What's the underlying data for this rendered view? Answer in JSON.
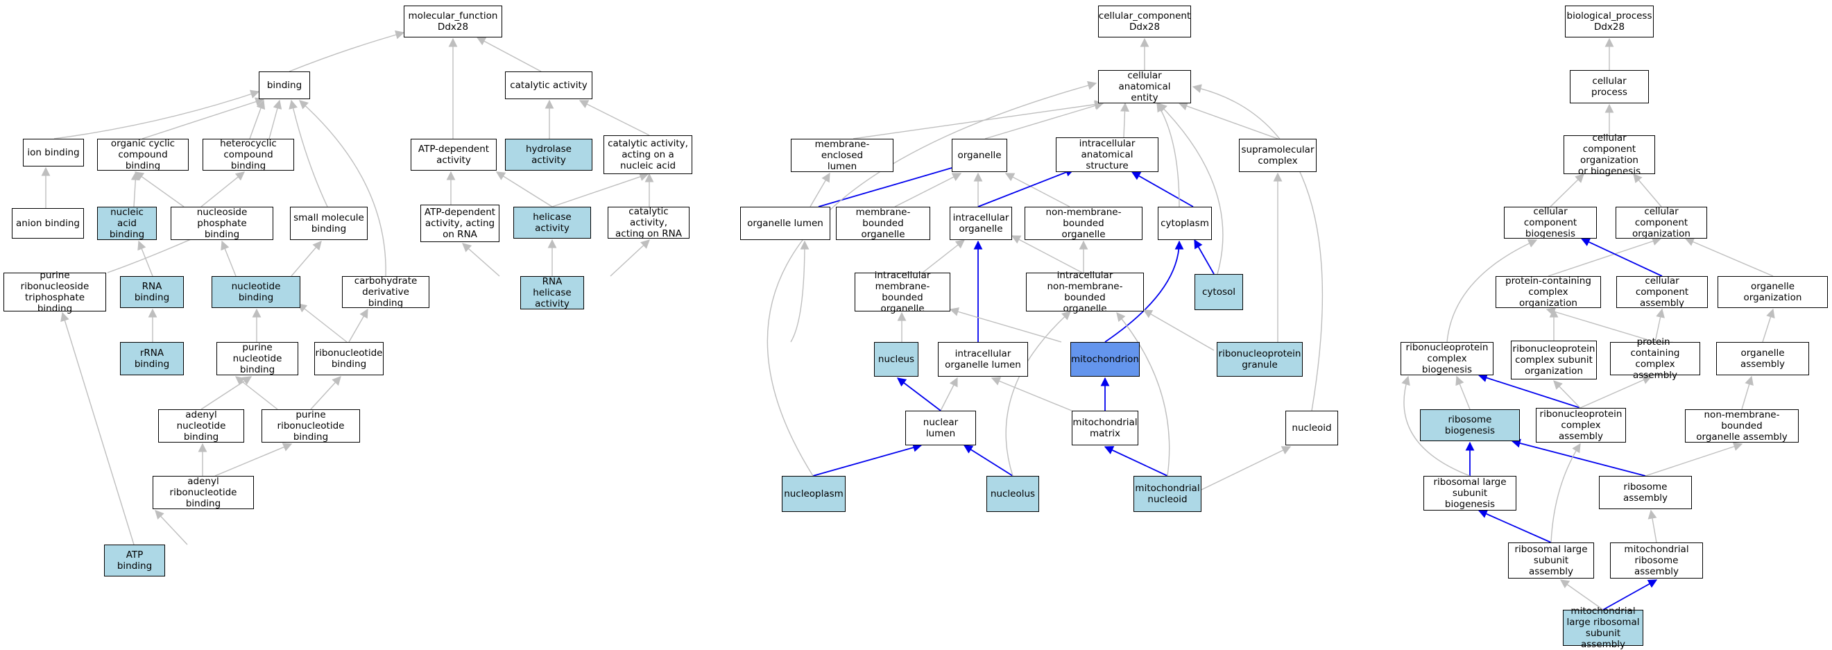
{
  "colors": {
    "highlight_fill": "#add8e6",
    "focus_fill": "#6495ed",
    "plain_fill": "#ffffff",
    "grey_edge": "#bebebe",
    "blue_edge": "#0000ee"
  },
  "nodes": {
    "mf": "molecular_function\nDdx28",
    "binding": "binding",
    "catalytic": "catalytic activity",
    "ion_binding": "ion binding",
    "organic_cyclic": "organic cyclic\ncompound binding",
    "heterocyclic": "heterocyclic\ncompound binding",
    "atp_dep": "ATP-dependent\nactivity",
    "hydrolase": "hydrolase activity",
    "cat_nucleic": "catalytic activity,\nacting on a\nnucleic acid",
    "anion_binding": "anion binding",
    "nucleic_acid_binding": "nucleic acid\nbinding",
    "nucleoside_phosphate": "nucleoside phosphate\nbinding",
    "small_molecule": "small molecule\nbinding",
    "atp_dep_rna": "ATP-dependent\nactivity, acting\non RNA",
    "helicase": "helicase activity",
    "cat_rna": "catalytic activity,\nacting on RNA",
    "purine_ribonucleoside_tp": "purine ribonucleoside\ntriphosphate\nbinding",
    "rna_binding": "RNA binding",
    "nucleotide_binding": "nucleotide binding",
    "carbohydrate_deriv": "carbohydrate\nderivative binding",
    "rna_helicase": "RNA helicase\nactivity",
    "rrna_binding": "rRNA binding",
    "purine_nucleotide": "purine nucleotide\nbinding",
    "ribonucleotide": "ribonucleotide\nbinding",
    "adenyl_nucleotide": "adenyl nucleotide\nbinding",
    "purine_ribonucleotide": "purine ribonucleotide\nbinding",
    "adenyl_ribonucleotide": "adenyl ribonucleotide\nbinding",
    "atp_binding": "ATP binding",
    "cc": "cellular_component\nDdx28",
    "cae": "cellular anatomical\nentity",
    "membrane_lumen": "membrane-enclosed\nlumen",
    "organelle": "organelle",
    "intracellular_anat": "intracellular\nanatomical structure",
    "supramolecular": "supramolecular\ncomplex",
    "organelle_lumen": "organelle lumen",
    "membrane_bounded": "membrane-bounded\norganelle",
    "intracellular_organelle": "intracellular\norganelle",
    "non_membrane_bounded": "non-membrane-bounded\norganelle",
    "cytoplasm": "cytoplasm",
    "ic_membrane_bounded": "intracellular\nmembrane-bounded\norganelle",
    "ic_non_membrane_bounded": "intracellular\nnon-membrane-bounded\norganelle",
    "cytosol": "cytosol",
    "nucleus": "nucleus",
    "ic_organelle_lumen": "intracellular\norganelle lumen",
    "mitochondrion": "mitochondrion",
    "rnp_granule": "ribonucleoprotein\ngranule",
    "nuclear_lumen": "nuclear lumen",
    "mito_matrix": "mitochondrial\nmatrix",
    "nucleoid": "nucleoid",
    "nucleoplasm": "nucleoplasm",
    "nucleolus": "nucleolus",
    "mito_nucleoid": "mitochondrial\nnucleoid",
    "bp": "biological_process\nDdx28",
    "cellular_process": "cellular process",
    "ccob": "cellular component\norganization\nor biogenesis",
    "cc_biogenesis": "cellular component\nbiogenesis",
    "cc_organization": "cellular component\norganization",
    "protein_complex_org": "protein-containing\ncomplex organization",
    "cc_assembly": "cellular component\nassembly",
    "organelle_org": "organelle organization",
    "rnp_biogenesis": "ribonucleoprotein\ncomplex biogenesis",
    "rnp_subunit_org": "ribonucleoprotein\ncomplex subunit\norganization",
    "protein_complex_assembly": "protein-containing\ncomplex assembly",
    "organelle_assembly": "organelle assembly",
    "ribosome_biogenesis": "ribosome biogenesis",
    "rnp_assembly": "ribonucleoprotein\ncomplex assembly",
    "nmb_organelle_assembly": "non-membrane-bounded\norganelle assembly",
    "large_subunit_biogenesis": "ribosomal large\nsubunit biogenesis",
    "ribosome_assembly": "ribosome assembly",
    "large_subunit_assembly": "ribosomal large\nsubunit assembly",
    "mito_ribosome_assembly": "mitochondrial\nribosome assembly",
    "mito_large_subunit_assembly": "mitochondrial\nlarge ribosomal\nsubunit assembly"
  }
}
